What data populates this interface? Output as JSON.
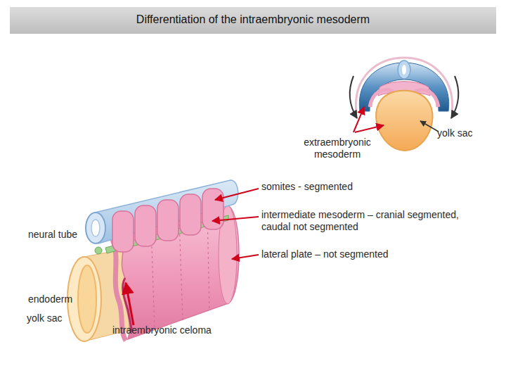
{
  "diagram": {
    "title": "Differentiation of the intraembryonic mesoderm",
    "labels": [
      "extraembryonic mesoderm",
      "yolk sac",
      "somites - segmented",
      "intermediate mesoderm – cranial segmented, caudal not segmented",
      "neural tube",
      "lateral plate – not segmented",
      "endoderm",
      "yolk sac",
      "intraembryonic celoma"
    ]
  }
}
